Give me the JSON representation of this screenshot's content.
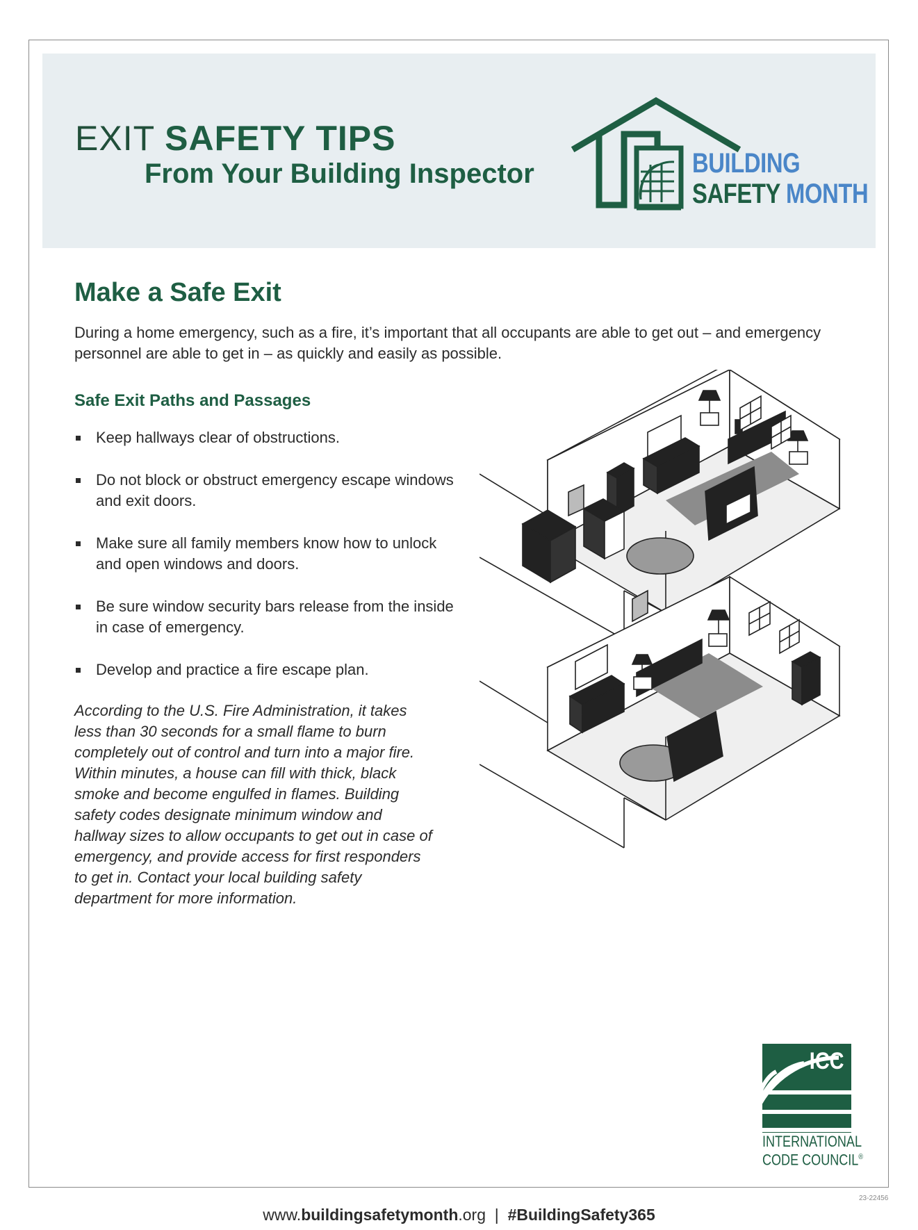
{
  "header": {
    "title_thin": "EXIT",
    "title_bold": "SAFETY TIPS",
    "subtitle": "From Your Building Inspector",
    "logo_line1": "BUILDING",
    "logo_line2a": "SAFETY",
    "logo_line2b": "MONTH"
  },
  "main": {
    "section_title": "Make a Safe Exit",
    "intro": "During a home emergency, such as a fire, it’s important that all occupants are able to get out – and emergency personnel are able to get in – as quickly and easily as possible.",
    "subsection_title": "Safe Exit Paths and Passages",
    "bullets": [
      "Keep hallways clear of obstructions.",
      "Do not block or obstruct emergency escape windows and exit doors.",
      "Make sure all family members know how to unlock and open windows and doors.",
      "Be sure window security bars release from the inside in case of emergency.",
      "Develop and practice a fire escape plan."
    ],
    "quote": "According to the U.S. Fire Administration, it takes less than 30 seconds for a small flame to burn completely out of control and turn into a major fire. Within minutes, a house can fill with thick, black smoke and become engulfed in flames. Building safety codes designate minimum window and hallway sizes to allow occupants to get out in case of emergency, and provide access for first responders to get in. Contact your local building safety department for more information."
  },
  "icc": {
    "abbr": "ICC",
    "name_line1": "INTERNATIONAL",
    "name_line2": "CODE COUNCIL",
    "reg": "®"
  },
  "doc_code": "23-22456",
  "footer": {
    "url_prefix": "www.",
    "url_bold": "buildingsafetymonth",
    "url_suffix": ".org",
    "separator": "|",
    "hashtag": "#BuildingSafety365"
  },
  "colors": {
    "brand_green": "#1e5e43",
    "brand_blue": "#4a86c8",
    "header_bg": "#e8eef1"
  }
}
